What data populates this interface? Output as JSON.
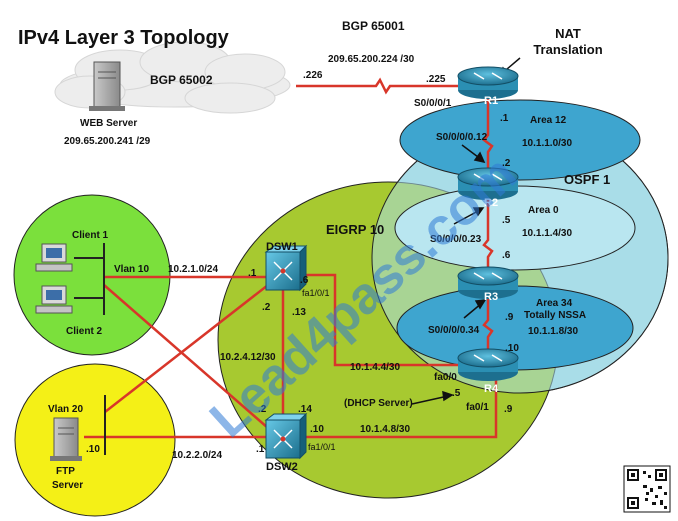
{
  "title": "IPv4 Layer 3 Topology",
  "nat_label_line1": "NAT",
  "nat_label_line2": "Translation",
  "bgp_isp": "BGP 65001",
  "bgp_isp_net": "209.65.200.224 /30",
  "bgp_cloud": "BGP 65002",
  "bgp_226": ".226",
  "bgp_225": ".225",
  "web_server": "WEB Server",
  "web_server_ip": "209.65.200.241 /29",
  "ospf": "OSPF 1",
  "eigrp": "EIGRP 10",
  "area12": "Area 12",
  "area12_net": "10.1.1.0/30",
  "area0": "Area 0",
  "area0_net": "10.1.1.4/30",
  "area34_line1": "Area 34",
  "area34_line2": "Totally NSSA",
  "area34_net": "10.1.1.8/30",
  "r1": "R1",
  "r2": "R2",
  "r3": "R3",
  "r4": "R4",
  "dsw1": "DSW1",
  "dsw2": "DSW2",
  "r1_s0001": "S0/0/0/1",
  "r1_s0000_12": "S0/0/0/0.12",
  "r1_dot1": ".1",
  "r2_dot2": ".2",
  "r2_dot5": ".5",
  "r2_s0000_23": "S0/0/0/0.23",
  "r3_dot6": ".6",
  "r3_s0000_34": "S0/0/0/0.34",
  "r3_dot9": ".9",
  "r4_dot10": ".10",
  "r4_fa00": "fa0/0",
  "r4_fa01": "fa0/1",
  "r4_dot5": ".5",
  "r4_dot9": ".9",
  "client1": "Client 1",
  "client2": "Client 2",
  "vlan10": "Vlan 10",
  "vlan10_net": "10.2.1.0/24",
  "vlan20": "Vlan 20",
  "ftp_server_line1": "FTP",
  "ftp_server_line2": "Server",
  "ftp_dot10": ".10",
  "vlan20_net": "10.2.2.0/24",
  "dsw1_dot1": ".1",
  "dsw1_dot6": ".6",
  "dsw1_fa101": "fa1/0/1",
  "dsw1_dot2": ".2",
  "dsw1_dot13": ".13",
  "net_10_2_4_12": "10.2.4.12/30",
  "net_10_1_4_4": "10.1.4.4/30",
  "net_10_1_4_8": "10.1.4.8/30",
  "dsw2_dot2": ".2",
  "dsw2_dot14": ".14",
  "dsw2_dot1": ".1",
  "dsw2_dot10": ".10",
  "dsw2_fa101": "fa1/0/1",
  "dhcp_server": "(DHCP Server)",
  "watermark": "Lead4pass.com",
  "colors": {
    "ospf_zone": "#a9dde8",
    "ospf_area": "#3ea5cf",
    "area0": "#b9e6f0",
    "eigrp_zone": "#a7c930",
    "client_zone": "#7be03c",
    "ftp_zone": "#f4f017",
    "link_red": "#d8362a",
    "router": "#2b8fb3"
  }
}
